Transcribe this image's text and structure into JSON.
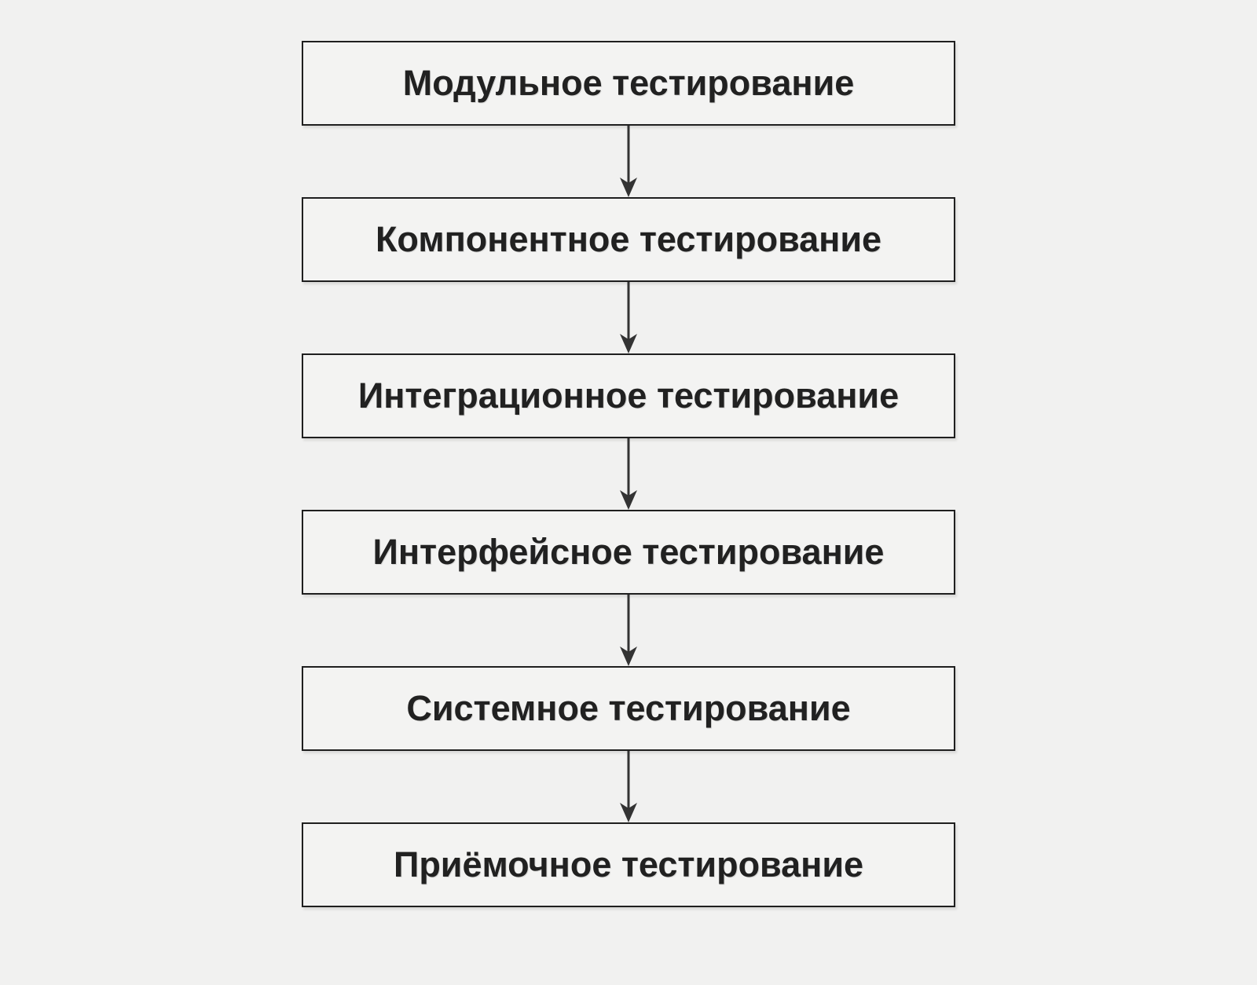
{
  "diagram": {
    "type": "flowchart",
    "direction": "top-down",
    "connector": "arrow-down",
    "stages": [
      {
        "label": "Модульное тестирование"
      },
      {
        "label": "Компонентное тестирование"
      },
      {
        "label": "Интеграционное тестирование"
      },
      {
        "label": "Интерфейсное тестирование"
      },
      {
        "label": "Системное тестирование"
      },
      {
        "label": "Приёмочное тестирование"
      }
    ],
    "colors": {
      "page_background": "#f1f1f0",
      "box_fill": "#f3f3f2",
      "box_border": "#1f1f1f",
      "label_text": "#212121",
      "arrow": "#333333"
    }
  }
}
